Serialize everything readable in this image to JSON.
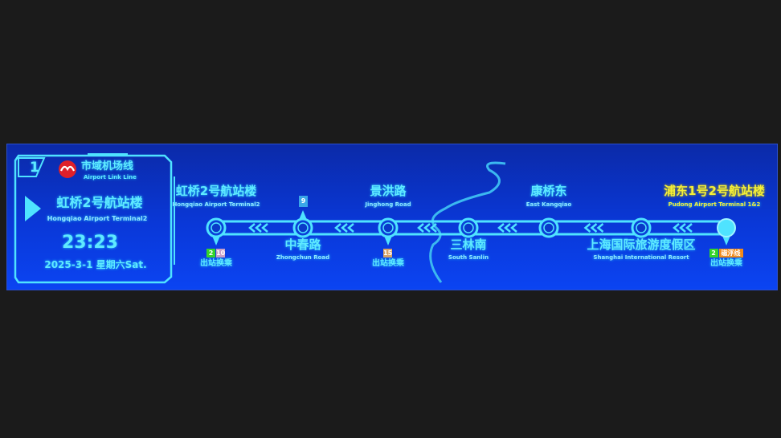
{
  "info_panel": {
    "line_number": "1",
    "line_name_cn": "市域机场线",
    "line_name_en": "Airport Link Line",
    "logo_color": "#e0202a",
    "next_station_cn": "虹桥2号航站楼",
    "next_station_en": "Hongqiao Airport Terminal2",
    "time": "23:23",
    "date": "2025-3-1  星期六Sat."
  },
  "line_colors": {
    "main": "#4fe3ff",
    "terminus": "#f4ee3a"
  },
  "stations": [
    {
      "cn": "虹桥2号航站楼",
      "en": "Hongqiao Airport Terminal2",
      "label": "top",
      "transfers": [
        {
          "text": "2",
          "color": "#35d42a"
        },
        {
          "text": "10",
          "color": "#c9a0c8"
        }
      ],
      "transfer_label": "出站换乘"
    },
    {
      "cn": "中春路",
      "en": "Zhongchun Road",
      "label": "bottom",
      "transfers_top": [
        {
          "text": "9",
          "color": "#3aa6e8"
        }
      ]
    },
    {
      "cn": "景洪路",
      "en": "Jinghong Road",
      "label": "top",
      "transfers": [
        {
          "text": "15",
          "color": "#d9a466"
        }
      ],
      "transfer_label": "出站换乘"
    },
    {
      "cn": "三林南",
      "en": "South Sanlin",
      "label": "bottom"
    },
    {
      "cn": "康桥东",
      "en": "East Kangqiao",
      "label": "top"
    },
    {
      "cn": "上海国际旅游度假区",
      "en": "Shanghai International Resort",
      "label": "bottom"
    },
    {
      "cn": "浦东1号2号航站楼",
      "en": "Pudong Airport Terminal 1&2",
      "label": "top",
      "terminus": true,
      "transfers": [
        {
          "text": "2",
          "color": "#35d42a"
        },
        {
          "text": "磁浮线",
          "color": "#f08a1a"
        }
      ],
      "transfer_label": "出站换乘"
    }
  ]
}
